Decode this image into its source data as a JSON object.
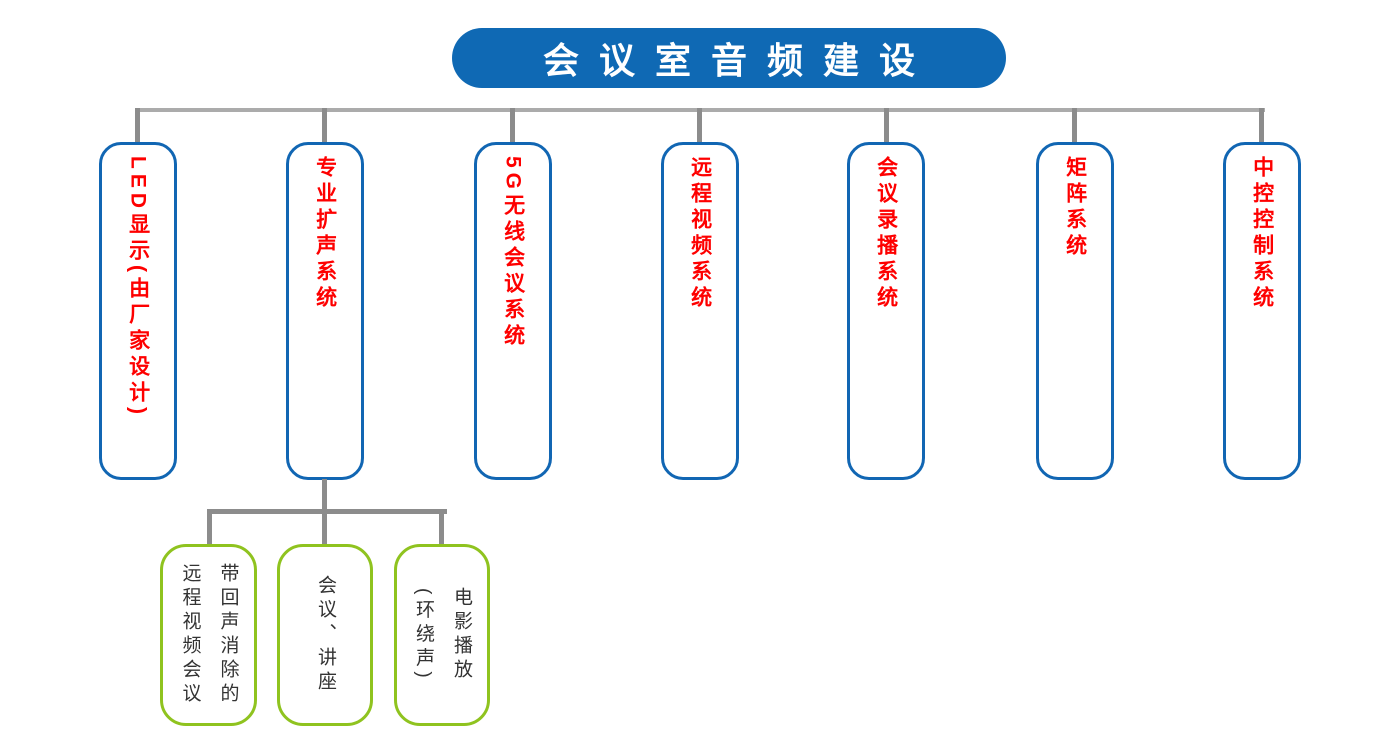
{
  "root": {
    "label": "会议室音频建设"
  },
  "level1": [
    {
      "label": "LED显示(由厂家设计)"
    },
    {
      "label": "专业扩声系统",
      "children": [
        {
          "label": "带回声消除的\n远程视频会议"
        },
        {
          "label": "会议、讲座"
        },
        {
          "label": "电影播放\n(环绕声)"
        }
      ]
    },
    {
      "label": "5G无线会议系统"
    },
    {
      "label": "远程视频系统"
    },
    {
      "label": "会议录播系统"
    },
    {
      "label": "矩阵系统"
    },
    {
      "label": "中控控制系统"
    }
  ],
  "colors": {
    "root_fill": "#0f69b4",
    "root_text": "#ffffff",
    "level1_border": "#1166b3",
    "level1_text": "#fe0000",
    "level2_border": "#8fc31f",
    "level2_text": "#333333",
    "connector_light": "#ababab",
    "connector_dark": "#8c8c8c"
  }
}
